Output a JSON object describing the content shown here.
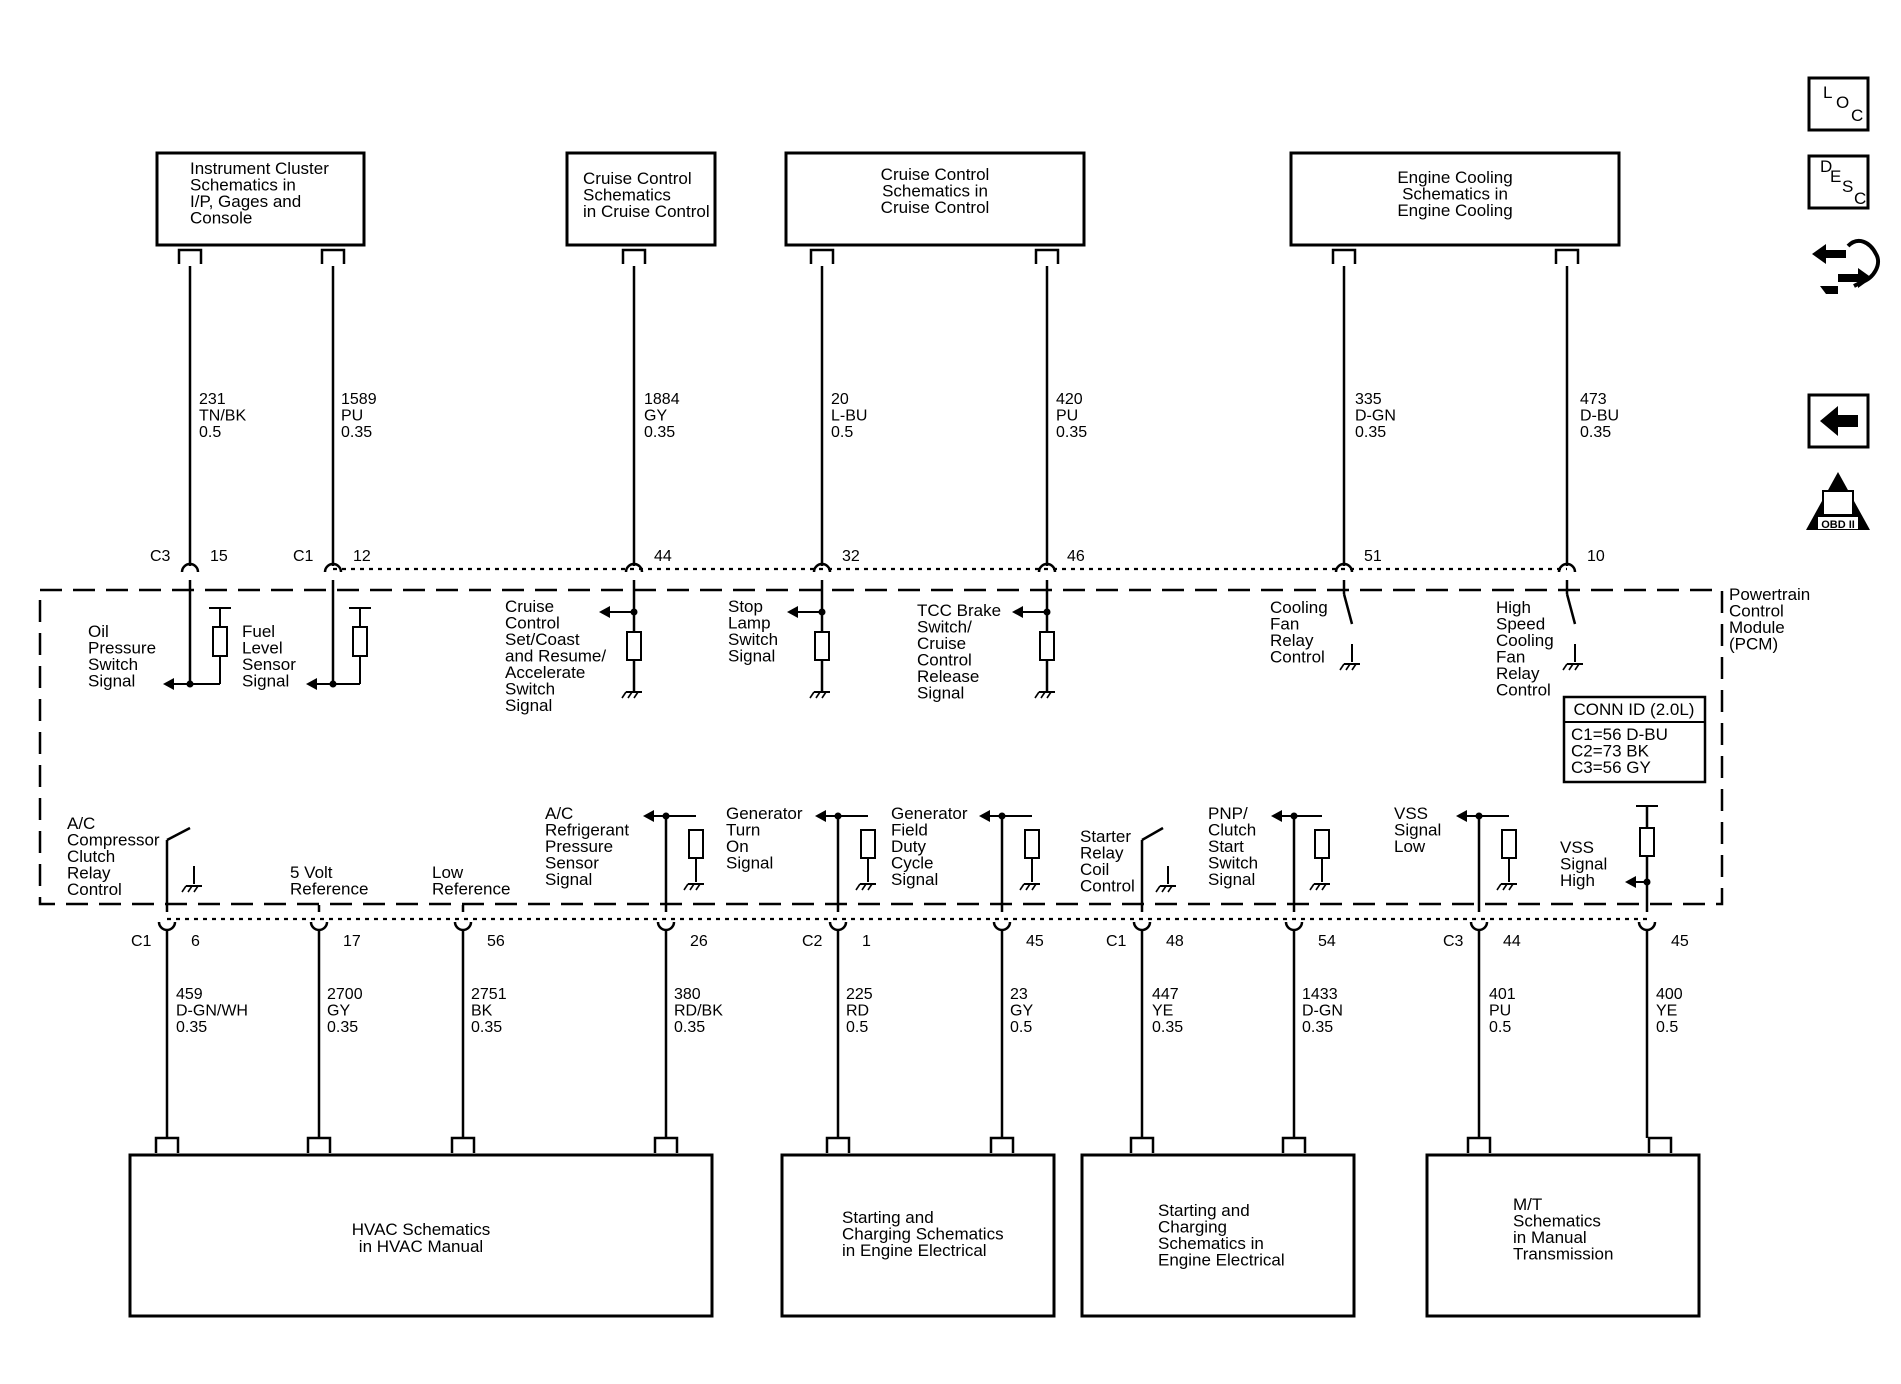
{
  "top_modules": [
    {
      "id": "ic",
      "lines": [
        "Instrument Cluster",
        "Schematics in",
        "I/P, Gages and",
        "Console"
      ]
    },
    {
      "id": "cc1",
      "lines": [
        "Cruise Control",
        "Schematics",
        "in Cruise Control"
      ]
    },
    {
      "id": "cc2",
      "lines": [
        "Cruise Control",
        "Schematics in",
        "Cruise Control"
      ]
    },
    {
      "id": "ec",
      "lines": [
        "Engine Cooling",
        "Schematics in",
        "Engine Cooling"
      ]
    }
  ],
  "bottom_modules": [
    {
      "id": "hvac",
      "lines": [
        "HVAC Schematics",
        "in HVAC Manual"
      ]
    },
    {
      "id": "sc1",
      "lines": [
        "Starting and",
        "Charging Schematics",
        "in Engine Electrical"
      ]
    },
    {
      "id": "sc2",
      "lines": [
        "Starting and",
        "Charging",
        "Schematics in",
        "Engine Electrical"
      ]
    },
    {
      "id": "mt",
      "lines": [
        "M/T",
        "Schematics",
        "in Manual",
        "Transmission"
      ]
    }
  ],
  "pcm": {
    "lines": [
      "Powertrain",
      "Control",
      "Module",
      "(PCM)"
    ],
    "conn_id": {
      "title": "CONN ID (2.0L)",
      "rows": [
        "C1=56 D-BU",
        "C2=73 BK",
        "C3=56 GY"
      ]
    }
  },
  "top_circuits": [
    {
      "connector": "C3",
      "pin": "15",
      "wire": [
        "231",
        "TN/BK",
        "0.5"
      ],
      "signal": [
        "Oil",
        "Pressure",
        "Switch",
        "Signal"
      ]
    },
    {
      "connector": "C1",
      "pin": "12",
      "wire": [
        "1589",
        "PU",
        "0.35"
      ],
      "signal": [
        "Fuel",
        "Level",
        "Sensor",
        "Signal"
      ]
    },
    {
      "connector": "",
      "pin": "44",
      "wire": [
        "1884",
        "GY",
        "0.35"
      ],
      "signal": [
        "Cruise",
        "Control",
        "Set/Coast",
        "and Resume/",
        "Accelerate",
        "Switch",
        "Signal"
      ]
    },
    {
      "connector": "",
      "pin": "32",
      "wire": [
        "20",
        "L-BU",
        "0.5"
      ],
      "signal": [
        "Stop",
        "Lamp",
        "Switch",
        "Signal"
      ]
    },
    {
      "connector": "",
      "pin": "46",
      "wire": [
        "420",
        "PU",
        "0.35"
      ],
      "signal": [
        "TCC Brake",
        "Switch/",
        "Cruise",
        "Control",
        "Release",
        "Signal"
      ]
    },
    {
      "connector": "",
      "pin": "51",
      "wire": [
        "335",
        "D-GN",
        "0.35"
      ],
      "signal": [
        "Cooling",
        "Fan",
        "Relay",
        "Control"
      ]
    },
    {
      "connector": "",
      "pin": "10",
      "wire": [
        "473",
        "D-BU",
        "0.35"
      ],
      "signal": [
        "High",
        "Speed",
        "Cooling",
        "Fan",
        "Relay",
        "Control"
      ]
    }
  ],
  "bottom_circuits": [
    {
      "connector": "C1",
      "pin": "6",
      "wire": [
        "459",
        "D-GN/WH",
        "0.35"
      ],
      "signal": [
        "A/C",
        "Compressor",
        "Clutch",
        "Relay",
        "Control"
      ]
    },
    {
      "connector": "",
      "pin": "17",
      "wire": [
        "2700",
        "GY",
        "0.35"
      ],
      "signal": [
        "5 Volt",
        "Reference"
      ]
    },
    {
      "connector": "",
      "pin": "56",
      "wire": [
        "2751",
        "BK",
        "0.35"
      ],
      "signal": [
        "Low",
        "Reference"
      ]
    },
    {
      "connector": "",
      "pin": "26",
      "wire": [
        "380",
        "RD/BK",
        "0.35"
      ],
      "signal": [
        "A/C",
        "Refrigerant",
        "Pressure",
        "Sensor",
        "Signal"
      ]
    },
    {
      "connector": "C2",
      "pin": "1",
      "wire": [
        "225",
        "RD",
        "0.5"
      ],
      "signal": [
        "Generator",
        "Turn",
        "On",
        "Signal"
      ]
    },
    {
      "connector": "",
      "pin": "45",
      "wire": [
        "23",
        "GY",
        "0.5"
      ],
      "signal": [
        "Generator",
        "Field",
        "Duty",
        "Cycle",
        "Signal"
      ]
    },
    {
      "connector": "C1",
      "pin": "48",
      "wire": [
        "447",
        "YE",
        "0.35"
      ],
      "signal": [
        "Starter",
        "Relay",
        "Coil",
        "Control"
      ]
    },
    {
      "connector": "",
      "pin": "54",
      "wire": [
        "1433",
        "D-GN",
        "0.35"
      ],
      "signal": [
        "PNP/",
        "Clutch",
        "Start",
        "Switch",
        "Signal"
      ]
    },
    {
      "connector": "C3",
      "pin": "44",
      "wire": [
        "401",
        "PU",
        "0.5"
      ],
      "signal": [
        "VSS",
        "Signal",
        "Low"
      ]
    },
    {
      "connector": "",
      "pin": "45",
      "wire": [
        "400",
        "YE",
        "0.5"
      ],
      "signal": [
        "VSS",
        "Signal",
        "High"
      ]
    }
  ],
  "nav": {
    "loc": [
      "L",
      "O",
      "C"
    ],
    "desc": [
      "D",
      "E",
      "S",
      "C"
    ],
    "obd_numeral": "II",
    "obd_label": "OBD II",
    "icons": [
      "connector-end-view-icon",
      "back-arrow-icon",
      "obd-ii-icon"
    ]
  }
}
